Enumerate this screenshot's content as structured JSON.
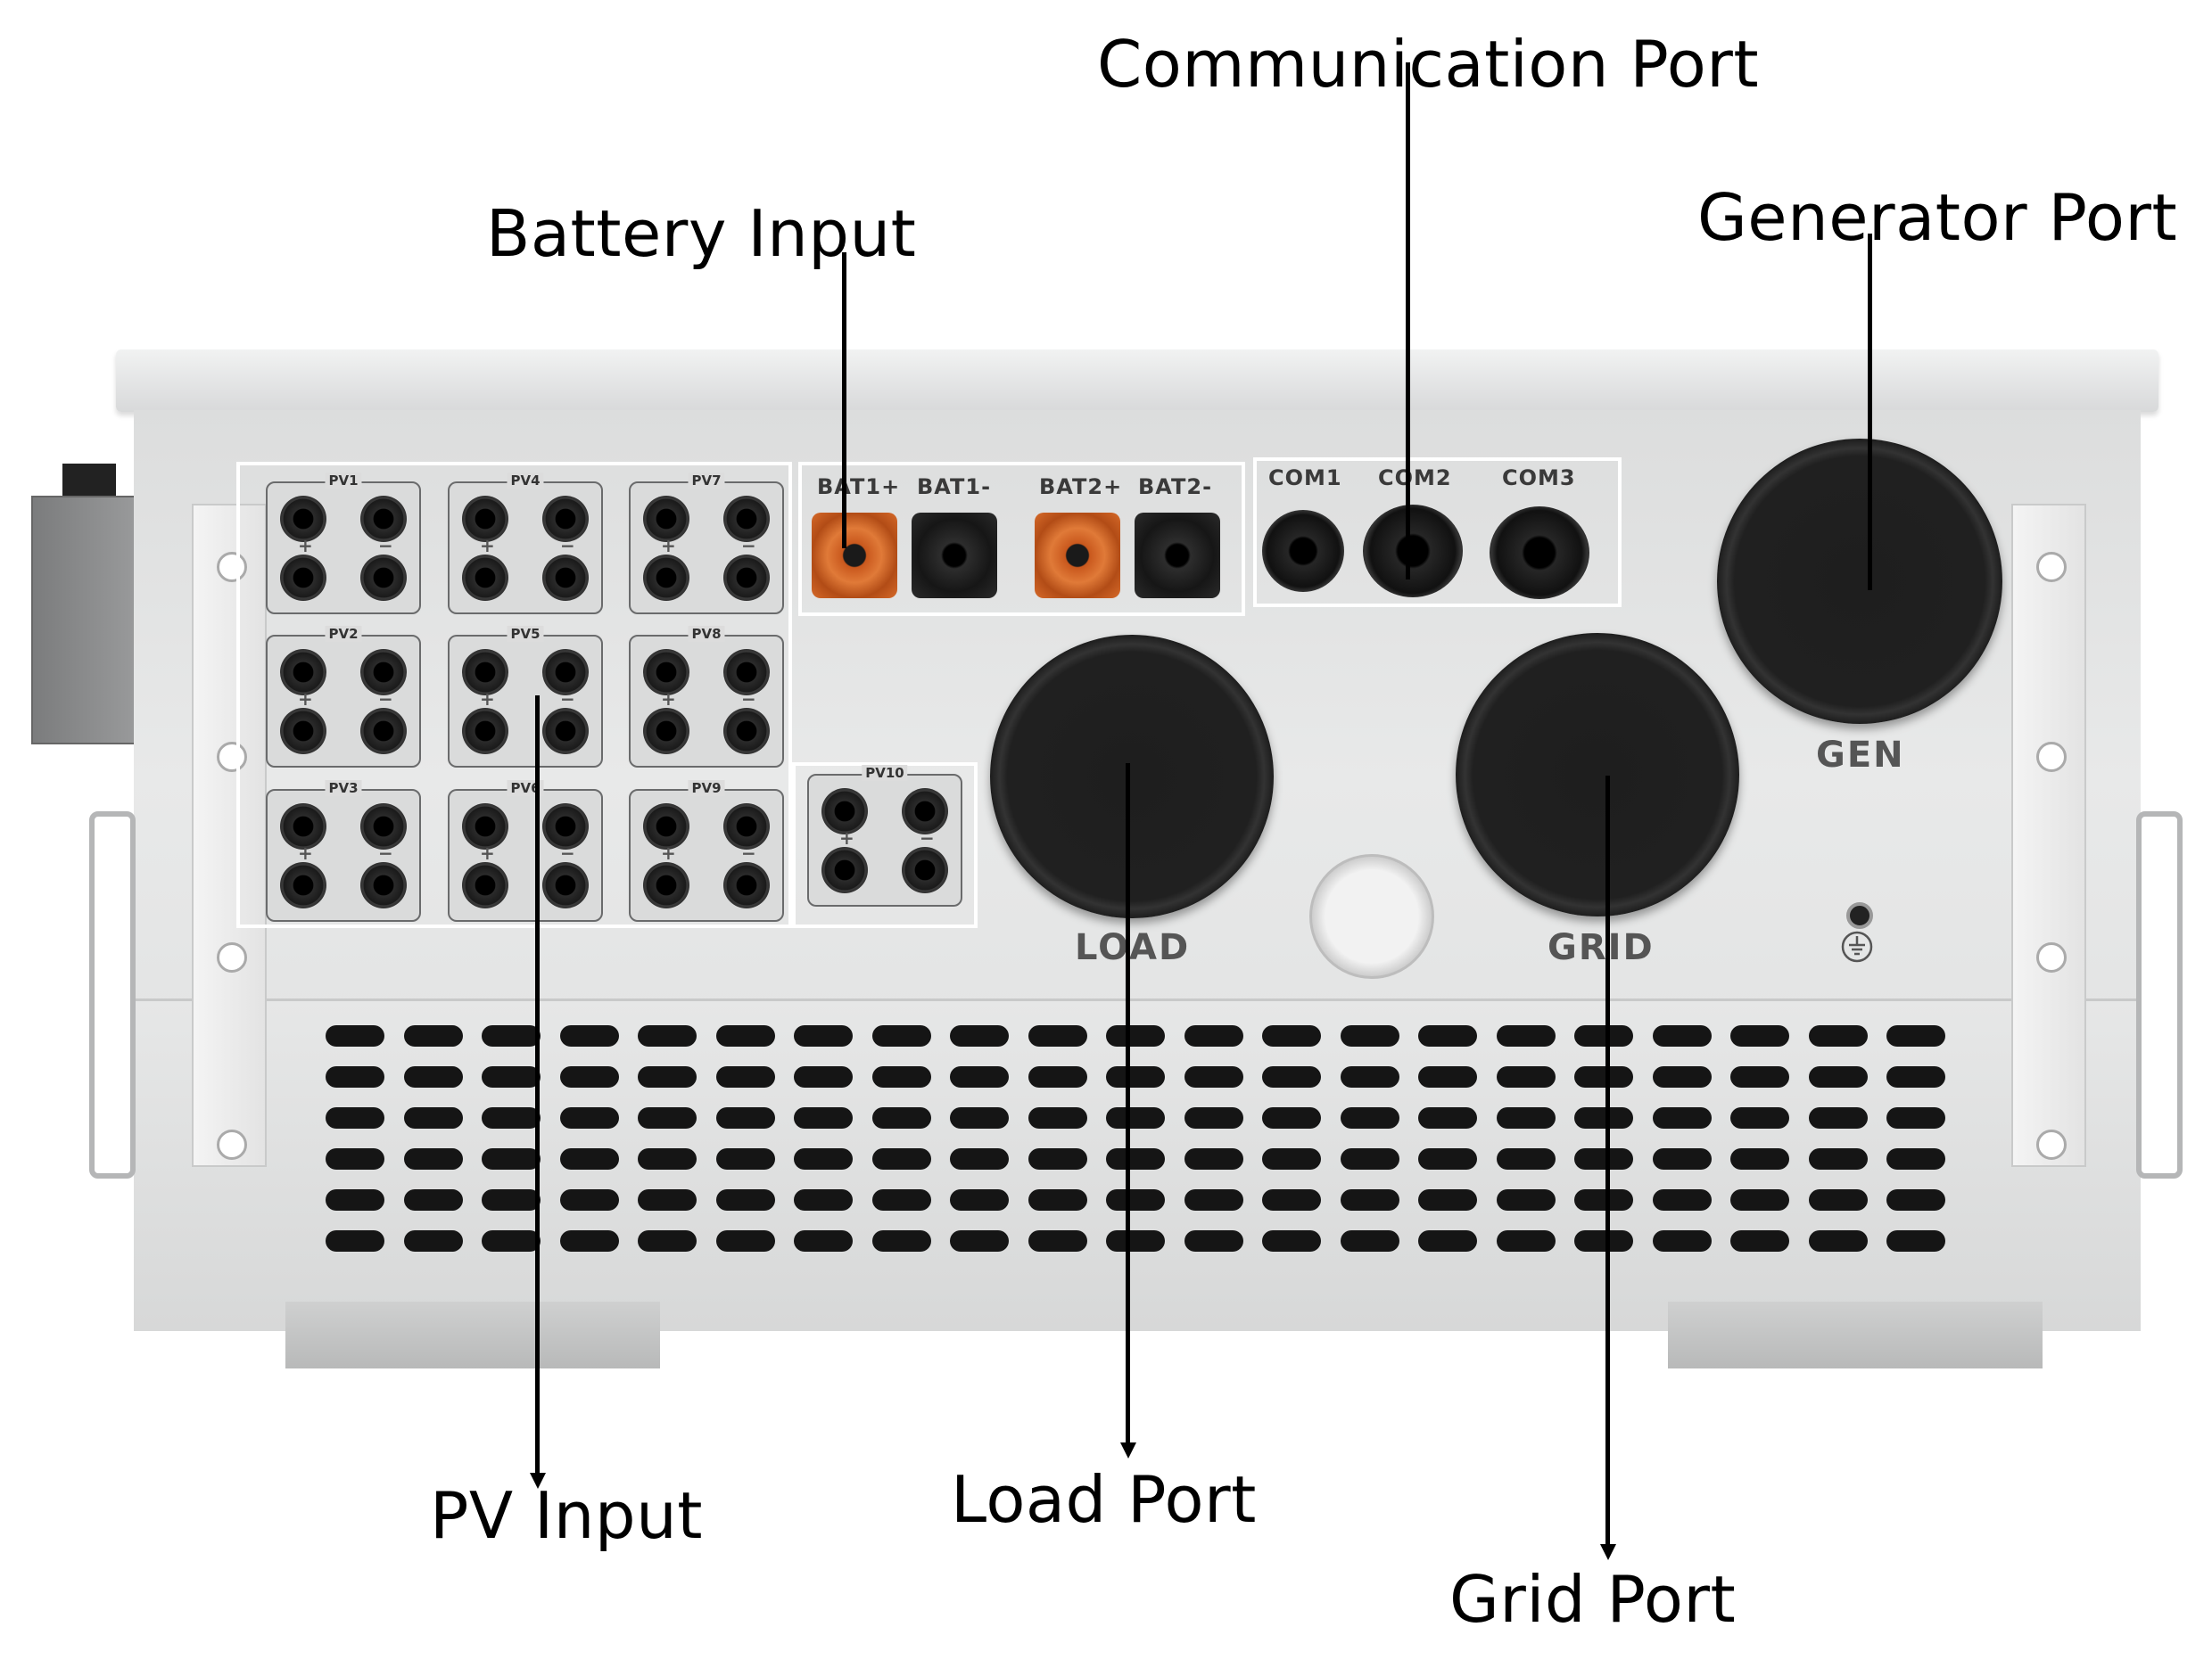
{
  "callouts": {
    "communication_port": "Communication Port",
    "battery_input": "Battery Input",
    "generator_port": "Generator Port",
    "pv_input": "PV Input",
    "load_port": "Load Port",
    "grid_port": "Grid Port"
  },
  "pv_groups": [
    "PV1",
    "PV2",
    "PV3",
    "PV4",
    "PV5",
    "PV6",
    "PV7",
    "PV8",
    "PV9",
    "PV10"
  ],
  "pv_signs": {
    "plus": "+",
    "minus": "−"
  },
  "battery_ports": [
    "BAT1+",
    "BAT1-",
    "BAT2+",
    "BAT2-"
  ],
  "com_ports": [
    "COM1",
    "COM2",
    "COM3"
  ],
  "large_ports": {
    "gen": "GEN",
    "load": "LOAD",
    "grid": "GRID"
  },
  "colors": {
    "battery_positive": "#e07a38",
    "gland": "#1a1a1a",
    "enclosure": "#dcdddd",
    "callout_text": "#000000"
  },
  "icons": [
    "earth-ground-icon"
  ]
}
